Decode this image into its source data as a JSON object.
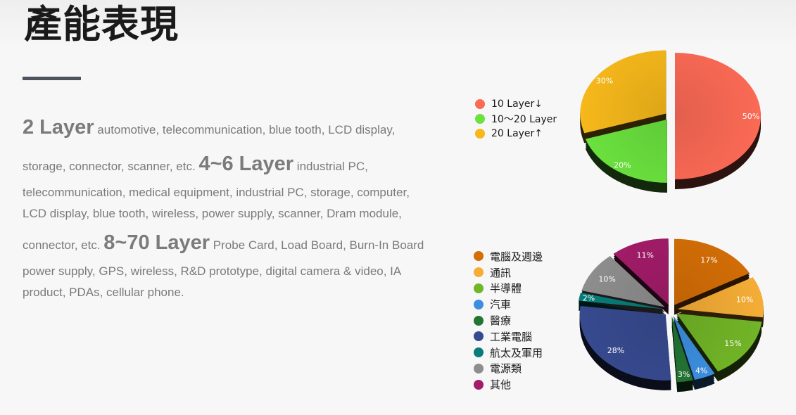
{
  "page": {
    "title": "產能表現"
  },
  "description": {
    "segments": [
      {
        "big": "2 Layer",
        "text": " automotive, telecommunication, blue tooth, LCD display, storage, connector, scanner, etc. "
      },
      {
        "big": "4~6 Layer",
        "text": " industrial PC, telecommunication, medical equipment, industrial PC, storage, computer, LCD display, blue tooth, wireless, power supply, scanner, Dram module, connector, etc. "
      },
      {
        "big": "8~70 Layer",
        "text": " Probe Card, Load Board, Burn-In Board power supply, GPS, wireless, R&D prototype, digital camera & video, IA product, PDAs, cellular phone."
      }
    ]
  },
  "chart_data": [
    {
      "type": "pie",
      "title": "",
      "legend_position": "left",
      "categories": [
        "10 Layer↓",
        "10～20 Layer",
        "20 Layer↑"
      ],
      "values": [
        50,
        20,
        30
      ],
      "labels": [
        "50%",
        "20%",
        "30%"
      ],
      "colors": [
        "#fb6a55",
        "#6be23e",
        "#f6b81b"
      ]
    },
    {
      "type": "pie",
      "title": "",
      "legend_position": "left",
      "categories": [
        "電腦及週邊",
        "通訊",
        "半導體",
        "汽車",
        "醫療",
        "工業電腦",
        "航太及軍用",
        "電源類",
        "其他"
      ],
      "values": [
        17,
        10,
        15,
        4,
        3,
        28,
        2,
        10,
        11
      ],
      "labels": [
        "17%",
        "10%",
        "15%",
        "4%",
        "3%",
        "28%",
        "2%",
        "10%",
        "11%"
      ],
      "colors": [
        "#d46e06",
        "#f5ad36",
        "#72b527",
        "#3c8fe0",
        "#237534",
        "#374a8f",
        "#087c78",
        "#8e8e8e",
        "#a31c69"
      ]
    }
  ]
}
